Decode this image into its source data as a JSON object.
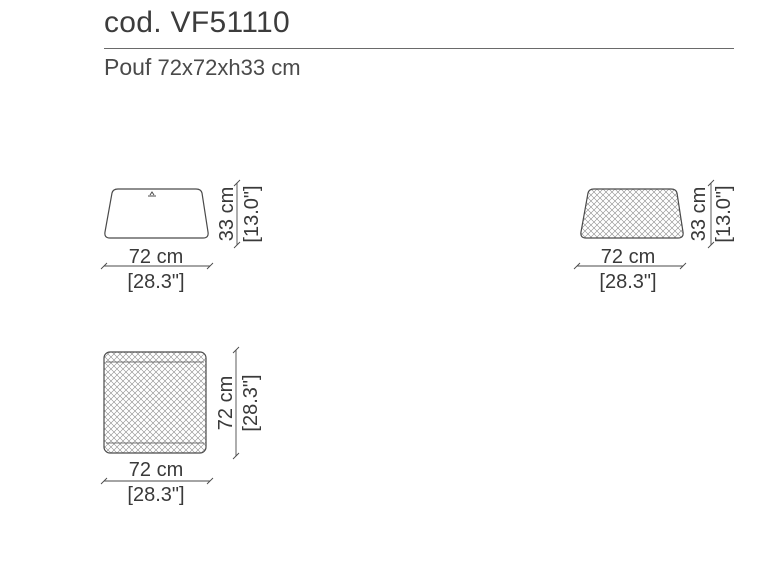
{
  "header": {
    "code": "cod. VF51110",
    "subtitle_name": "Pouf",
    "subtitle_dims": "72x72xh33",
    "subtitle_unit": "cm"
  },
  "views": {
    "front": {
      "width_cm": "72 cm",
      "width_in": "[28.3\"]",
      "height_cm": "33 cm",
      "height_in": "[13.0\"]"
    },
    "side": {
      "width_cm": "72 cm",
      "width_in": "[28.3\"]",
      "height_cm": "33 cm",
      "height_in": "[13.0\"]"
    },
    "top": {
      "width_cm": "72 cm",
      "width_in": "[28.3\"]",
      "depth_cm": "72 cm",
      "depth_in": "[28.3\"]"
    }
  },
  "colors": {
    "line": "#4a4a4a",
    "hatch": "#8a8a8a",
    "text": "#3a3a3a"
  }
}
